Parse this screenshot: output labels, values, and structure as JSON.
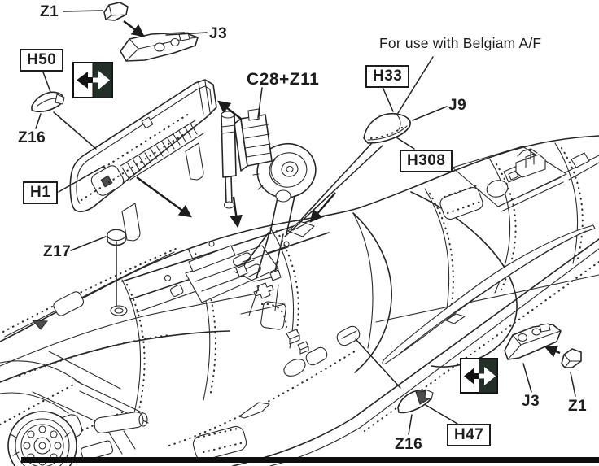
{
  "diagram": {
    "type": "model-kit-assembly-instruction",
    "subject": "aircraft fuselage (inverted) with cockpit, landing gear and detail parts",
    "note": "For use with Belgiam A/F",
    "labels": {
      "z1_top": "Z1",
      "j3_top": "J3",
      "h50": "H50",
      "z16_top": "Z16",
      "h1": "H1",
      "z17": "Z17",
      "c28_z11": "C28+Z11",
      "h33": "H33",
      "j9": "J9",
      "h308": "H308",
      "z16_bottom": "Z16",
      "h47": "H47",
      "j3_bottom": "J3",
      "z1_bottom": "Z1"
    },
    "icons": {
      "symmetry_icon": "apply-to-both-sides left/right double arrow",
      "icon_dark_color": "#233029"
    },
    "colors": {
      "line": "#262626",
      "background": "#ffffff",
      "shaded_part_tip": "#4c4c4c",
      "page_edge_bar": "#0e0e0e"
    }
  }
}
